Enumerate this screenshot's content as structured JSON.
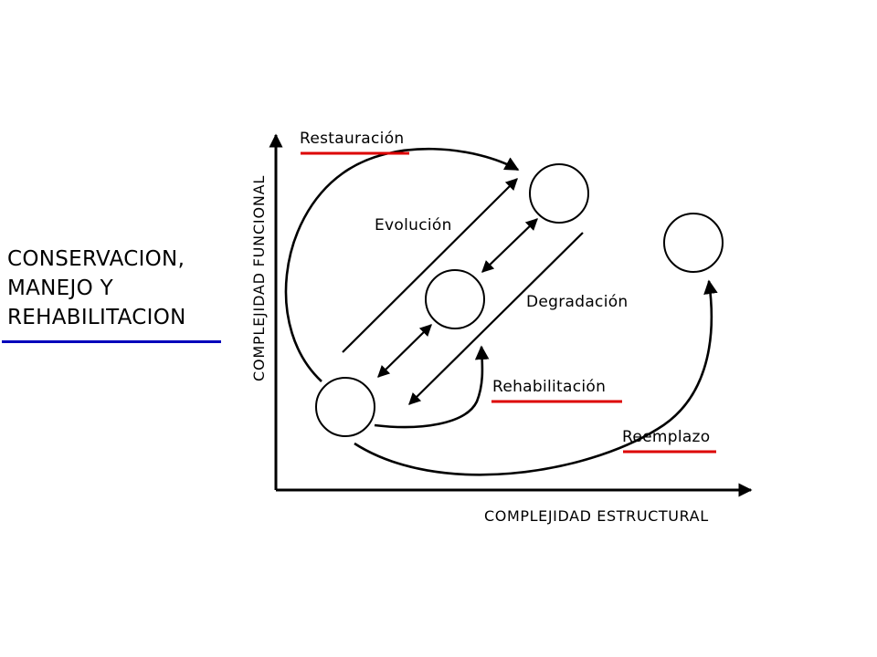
{
  "side_title": {
    "lines": [
      "CONSERVACION,",
      "MANEJO Y",
      "REHABILITACION"
    ]
  },
  "axes": {
    "x_label": "COMPLEJIDAD ESTRUCTURAL",
    "y_label": "COMPLEJIDAD FUNCIONAL"
  },
  "labels": {
    "restauracion": "Restauración",
    "evolucion": "Evolución",
    "degradacion": "Degradación",
    "rehabilitacion": "Rehabilitación",
    "reemplazo": "Reemplazo"
  },
  "colors": {
    "underline_red": "#dd0000",
    "underline_blue": "#0000bb",
    "stroke": "#000000"
  }
}
